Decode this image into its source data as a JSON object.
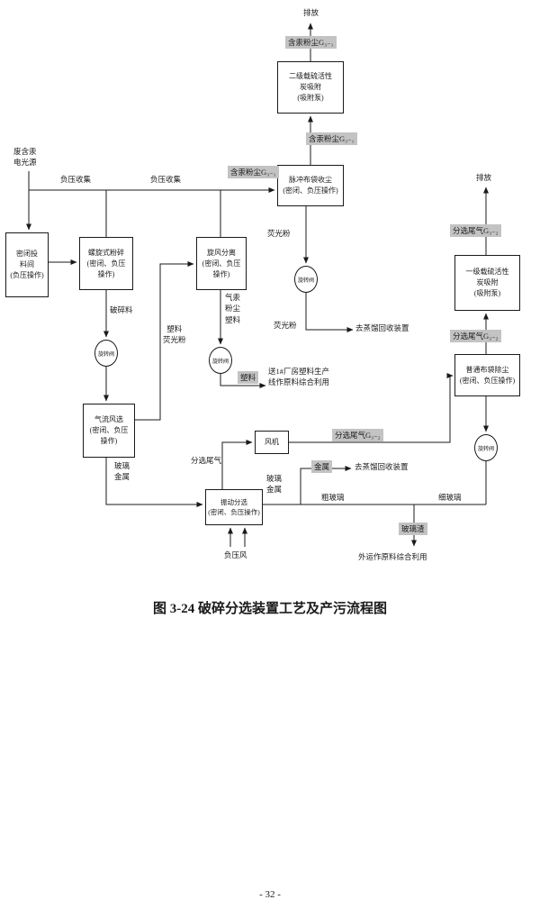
{
  "page": {
    "caption": "图 3-24 破碎分选装置工艺及产污流程图",
    "page_number": "- 32 -"
  },
  "colors": {
    "line": "#1a1a1a",
    "text": "#1a1a1a",
    "shaded_label_bg": "#c3c3c3",
    "page_bg": "#ffffff"
  },
  "nodes": {
    "feed_room": "密闭投\n料间\n(负压操作)",
    "spiral_crusher": "螺旋式粉碎\n(密闭、负压\n操作)",
    "cyclone_separator": "旋风分离\n(密闭、负压\n操作)",
    "air_classifier": "气流风选\n(密闭、负压\n操作)",
    "pulse_bag_collector": "脉冲布袋收尘\n(密闭、负压操作)",
    "secondary_carbon_adsorber": "二级载硫活性\n炭吸附\n(吸附泵)",
    "primary_carbon_adsorber": "一级载硫活性\n炭吸附\n(吸附泵)",
    "bag_dust_filter": "普通布袋除尘\n(密闭、负压操作)",
    "fan": "风机",
    "vibrating_separator": "振动分选\n(密闭、负压操作)",
    "rotary_valve": "旋转阀"
  },
  "labels": {
    "emission": "排放",
    "mercury_dust_g31": "含汞粉尘G₃₋₁",
    "sorting_tail_gas_g32": "分选尾气G₃₋₂",
    "waste_source": "废含汞\n电光源",
    "np_collect": "负压收集",
    "crushed_material": "破碎料",
    "plastic_fluorescent": "塑料\n荧光粉",
    "gas_mercury_dust_plastic": "气汞\n粉尘\n塑料",
    "fluorescent_powder": "荧光粉",
    "plastic": "塑料",
    "to_plastic_line": "送1#厂房塑料生产\n线作原料综合利用",
    "to_distillation": "去蒸馏回收装置",
    "sorting_tail_gas": "分选尾气",
    "glass_metal": "玻璃\n金属",
    "metal": "金属",
    "coarse_glass": "粗玻璃",
    "fine_glass": "细玻璃",
    "glass_slag": "玻璃渣",
    "np_air": "负压风",
    "external_recycling": "外运作原料综合利用"
  }
}
